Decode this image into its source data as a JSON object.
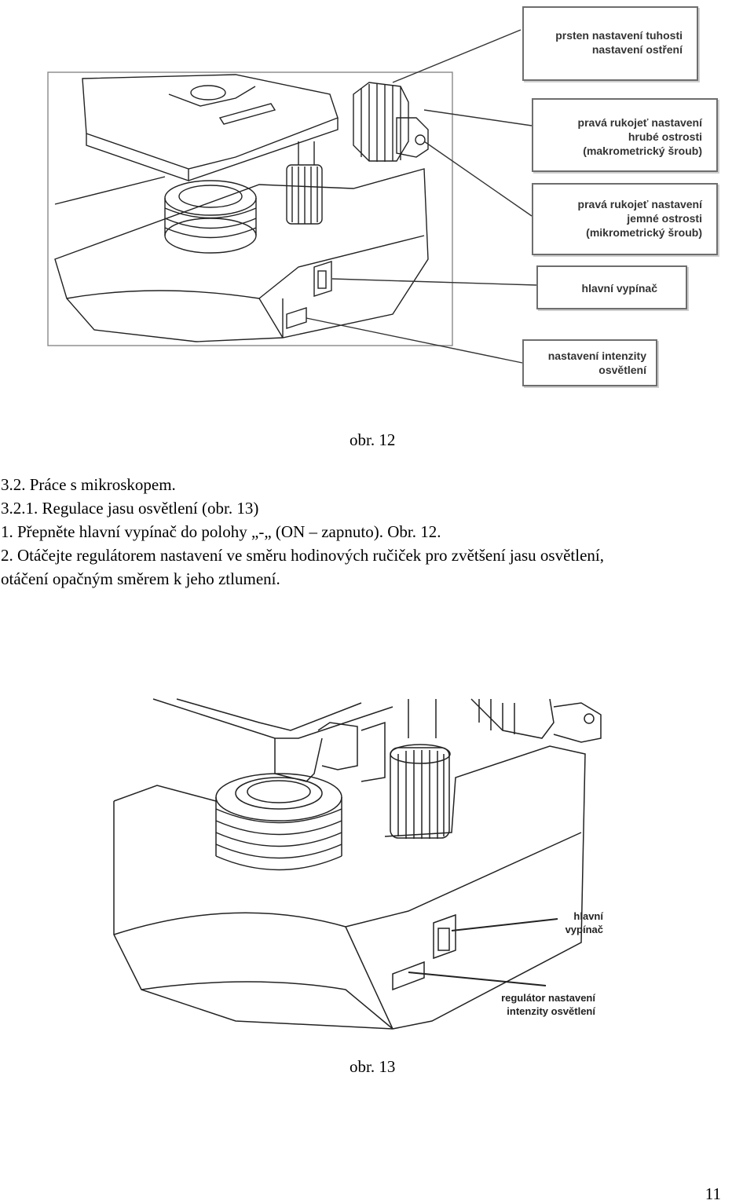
{
  "figure12": {
    "callouts": [
      {
        "id": "focus-ring",
        "text": "prsten nastavení tuhosti\nnastavení ostření"
      },
      {
        "id": "coarse-knob",
        "text": "pravá rukojeť nastavení\nhrubé ostrosti\n(makrometrický šroub)"
      },
      {
        "id": "fine-knob",
        "text": "pravá rukojeť nastavení\njemné ostrosti\n(mikrometrický šroub)"
      },
      {
        "id": "main-switch",
        "text": "hlavní vypínač"
      },
      {
        "id": "light-intensity",
        "text": "nastavení intenzity\nosvětlení"
      }
    ],
    "caption": "obr. 12"
  },
  "text": {
    "line1": "3.2. Práce s mikroskopem.",
    "line2": "3.2.1. Regulace jasu osvětlení (obr. 13)",
    "line3": "1. Přepněte hlavní vypínač do polohy  „-„ (ON – zapnuto). Obr. 12.",
    "line4": "2. Otáčejte regulátorem nastavení ve směru hodinových ručiček pro zvětšení jasu osvětlení,",
    "line5": "otáčení opačným směrem k jeho ztlumení."
  },
  "figure13": {
    "labels": [
      {
        "id": "main-switch",
        "text": "hlavní\nvypínač"
      },
      {
        "id": "intensity-regulator",
        "text": "regulátor nastavení\nintenzity osvětlení"
      }
    ],
    "caption": "obr. 13"
  },
  "page_number": "11"
}
